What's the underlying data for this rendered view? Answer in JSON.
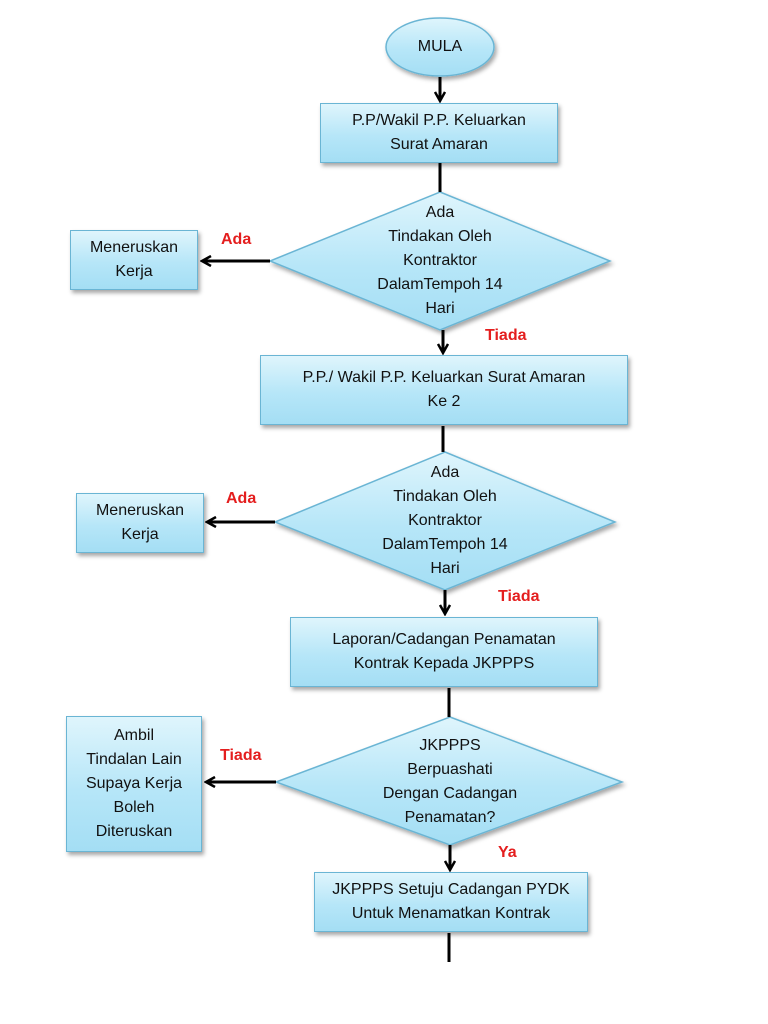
{
  "start": {
    "label": "MULA"
  },
  "steps": {
    "warning1": "P.P/Wakil P.P. Keluarkan\nSurat Amaran",
    "warning2": "P.P./ Wakil P.P. Keluarkan Surat Amaran\nKe 2",
    "report": "Laporan/Cadangan Penamatan\nKontrak Kepada  JKPPPS",
    "approve": "JKPPPS Setuju Cadangan PYDK\nUntuk Menamatkan Kontrak"
  },
  "decisions": {
    "d1": "Ada\nTindakan Oleh\nKontraktor\nDalamTempoh 14\nHari",
    "d2": "Ada\nTindakan Oleh\nKontraktor\nDalamTempoh 14\nHari",
    "d3": "JKPPPS\nBerpuashati\nDengan Cadangan\nPenamatan?"
  },
  "outcomes": {
    "o1": "Meneruskan\nKerja",
    "o2": "Meneruskan\nKerja",
    "o3": "Ambil\nTindalan Lain\nSupaya Kerja\nBoleh\nDiteruskan"
  },
  "branch_labels": {
    "d1_yes": "Ada",
    "d1_no": "Tiada",
    "d2_yes": "Ada",
    "d2_no": "Tiada",
    "d3_no": "Tiada",
    "d3_yes": "Ya"
  },
  "colors": {
    "fill_light": "#dff5fc",
    "fill_dark": "#a4def4",
    "border": "#6ab5d4",
    "branch_label": "#e41e1e",
    "connector": "#000000"
  }
}
